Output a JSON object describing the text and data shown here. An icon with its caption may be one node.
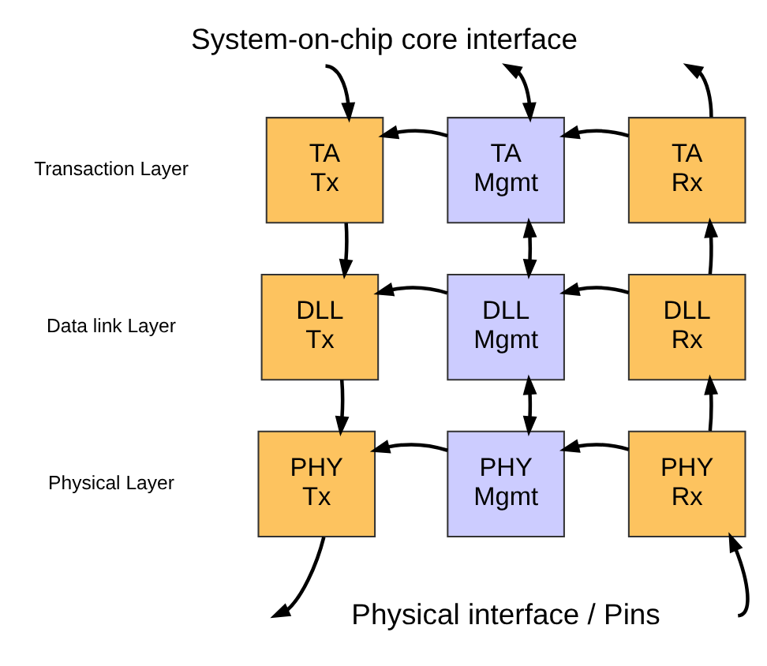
{
  "diagram": {
    "title": "System-on-chip core interface",
    "caption": "Physical interface / Pins",
    "nodes": [
      {
        "text": [
          "TA Tx"
        ]
      },
      {
        "text": [
          "TA Mgmt"
        ]
      },
      {
        "text": [
          "TA Rx"
        ]
      },
      {
        "text": [
          "DLL Tx"
        ]
      },
      {
        "text": [
          "DLL Mgmt"
        ]
      },
      {
        "text": [
          "DLL Rx"
        ]
      },
      {
        "text": [
          "PHY Tx"
        ]
      },
      {
        "text": [
          "PHY Mgmt"
        ]
      },
      {
        "text": [
          "PHY Rx"
        ]
      }
    ],
    "edges": [
      {
        "from": null,
        "to": 0,
        "arrow": "to"
      },
      {
        "from": null,
        "to": 1,
        "arrow": "both"
      },
      {
        "from": 2,
        "to": null,
        "arrow": "to"
      },
      {
        "from": 1,
        "to": 0,
        "arrow": "to"
      },
      {
        "from": 2,
        "to": 1,
        "arrow": "to"
      },
      {
        "from": 0,
        "to": 3,
        "arrow": "to"
      },
      {
        "from": 1,
        "to": 4,
        "arrow": "both"
      },
      {
        "from": 5,
        "to": 2,
        "arrow": "to"
      },
      {
        "from": 4,
        "to": 3,
        "arrow": "to"
      },
      {
        "from": 5,
        "to": 4,
        "arrow": "to"
      },
      {
        "from": 3,
        "to": 6,
        "arrow": "to"
      },
      {
        "from": 4,
        "to": 7,
        "arrow": "both"
      },
      {
        "from": 8,
        "to": 5,
        "arrow": "to"
      },
      {
        "from": 7,
        "to": 6,
        "arrow": "to"
      },
      {
        "from": 8,
        "to": 7,
        "arrow": "to"
      },
      {
        "from": 6,
        "to": null,
        "arrow": "to"
      },
      {
        "from": null,
        "to": 8,
        "arrow": "to"
      }
    ],
    "labels": [
      "Transaction Layer",
      "Data link Layer",
      "Physical Layer"
    ]
  }
}
